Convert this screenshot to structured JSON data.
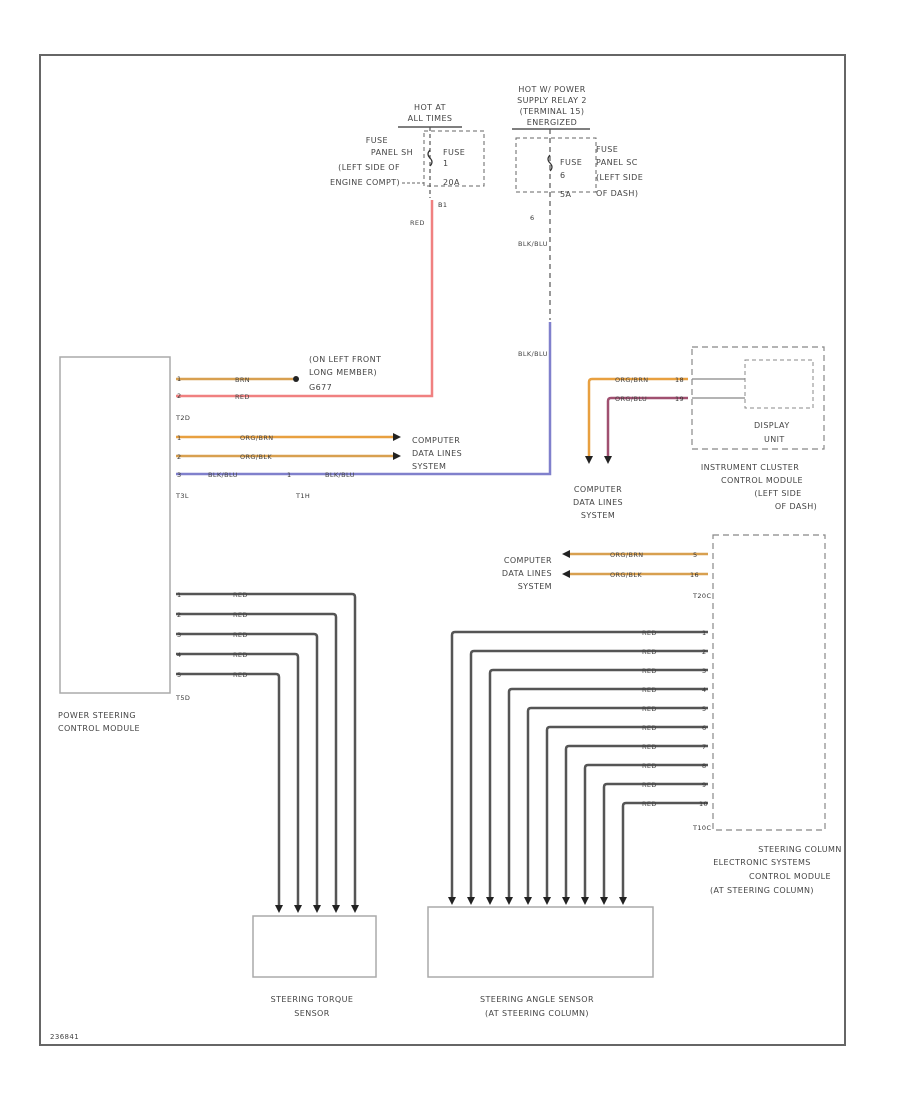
{
  "power_feeds": {
    "left": {
      "source": [
        "HOT AT",
        "ALL TIMES"
      ],
      "fuse": [
        "FUSE",
        "1"
      ],
      "fuse_amp": "20A",
      "fuse_panel": [
        "FUSE",
        "PANEL SH",
        "(LEFT SIDE OF",
        "ENGINE COMPT)"
      ],
      "pin": "B1",
      "wire": "RED"
    },
    "right": {
      "source": [
        "HOT W/ POWER",
        "SUPPLY RELAY 2",
        "(TERMINAL 15)",
        "ENERGIZED"
      ],
      "fuse": [
        "FUSE",
        "6"
      ],
      "fuse_amp": "5A",
      "fuse_panel": [
        "FUSE",
        "PANEL SC",
        "(LEFT SIDE",
        "OF DASH)"
      ],
      "pin": "6",
      "wire_top": "BLK/BLU",
      "wire_bottom": "BLK/BLU"
    }
  },
  "ground": {
    "label": [
      "(ON LEFT FRONT",
      "LONG MEMBER)",
      "G677"
    ]
  },
  "power_steering_module": {
    "name": [
      "POWER STEERING",
      "CONTROL MODULE"
    ],
    "connectors": [
      "T2D",
      "T3L",
      "T5D"
    ],
    "t2d_pins": [
      "1",
      "2"
    ],
    "t2d_wires": [
      "BRN",
      "RED"
    ],
    "t3l_pins": [
      "1",
      "2",
      "3"
    ],
    "t3l_wires": [
      "ORG/BRN",
      "ORG/BLK",
      "BLK/BLU"
    ],
    "t5d_pins": [
      "1",
      "2",
      "3",
      "4",
      "5"
    ],
    "t5d_wires": [
      "RED",
      "RED",
      "RED",
      "RED",
      "RED"
    ],
    "splice": {
      "label": "T1H",
      "pin": "1",
      "wire": "BLK/BLU"
    }
  },
  "data_lines_1": [
    "COMPUTER",
    "DATA LINES",
    "SYSTEM"
  ],
  "data_lines_2": [
    "COMPUTER",
    "DATA LINES",
    "SYSTEM"
  ],
  "data_lines_3": [
    "COMPUTER",
    "DATA LINES",
    "SYSTEM"
  ],
  "instrument_cluster": {
    "name": [
      "INSTRUMENT CLUSTER",
      "CONTROL MODULE",
      "(LEFT SIDE",
      "OF DASH)"
    ],
    "display": [
      "DISPLAY",
      "UNIT"
    ],
    "pins": [
      "18",
      "19"
    ],
    "wires": [
      "ORG/BRN",
      "ORG/BLU"
    ]
  },
  "steering_column_module": {
    "name": [
      "STEERING COLUMN",
      "ELECTRONIC SYSTEMS",
      "CONTROL MODULE",
      "(AT STEERING COLUMN)"
    ],
    "connectors": [
      "T20C",
      "T10C"
    ],
    "t20c_pins": [
      "5",
      "16"
    ],
    "t20c_wires": [
      "ORG/BRN",
      "ORG/BLK"
    ],
    "t10_pins": [
      "1",
      "2",
      "3",
      "4",
      "5",
      "6",
      "7",
      "8",
      "9",
      "10"
    ],
    "t10_wires": [
      "RED",
      "RED",
      "RED",
      "RED",
      "RED",
      "RED",
      "RED",
      "RED",
      "RED",
      "RED"
    ]
  },
  "torque_sensor": {
    "name": [
      "STEERING TORQUE",
      "SENSOR"
    ]
  },
  "angle_sensor": {
    "name": [
      "STEERING ANGLE SENSOR",
      "(AT STEERING COLUMN)"
    ]
  },
  "diagram_code": "236841",
  "colors": {
    "red_wire": "#f08080",
    "brown_wire": "#d8a050",
    "orange_wire": "#e8a040",
    "blue_wire": "#8080cc",
    "purple_wire": "#a05070",
    "dark_wire": "#555555"
  }
}
